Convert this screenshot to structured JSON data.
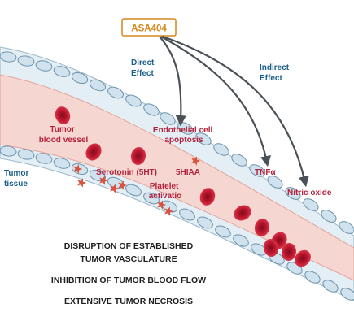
{
  "drug": {
    "name": "ASA404",
    "color": "#d4891c"
  },
  "effects": {
    "direct": [
      "Direct",
      "Effect"
    ],
    "indirect": [
      "Indirect",
      "Effect"
    ]
  },
  "labels": {
    "tumor_blood_vessel": [
      "Tumor",
      "blood vessel"
    ],
    "endothelial_apoptosis": [
      "Endothelial cell",
      "apoptosis"
    ],
    "tumor_tissue": [
      "Tumor",
      "tissue"
    ],
    "serotonin": "Serotonin (5HT)",
    "hiaa": "5HIAA",
    "platelet_activation": [
      "Platelet",
      "activatio"
    ],
    "tnf": "TNFα",
    "nitric_oxide": "Nitric oxide"
  },
  "outcomes": [
    "DISRUPTION OF ESTABLISHED",
    "TUMOR VASCULATURE",
    "INHIBITION OF TUMOR BLOOD FLOW",
    "EXTENSIVE TUMOR NECROSIS"
  ],
  "colors": {
    "blue_text": "#1b5f8c",
    "red_text": "#b5223c",
    "arrow": "#4a5157",
    "endothelium": "#cfe2ee",
    "lumen": "#f6d6d0",
    "rbc": "#b8152c",
    "platelet": "#d9523f"
  },
  "icons": {
    "arrow": "arrow-icon",
    "red_blood_cell": "red-blood-cell-icon",
    "platelet": "platelet-icon",
    "endothelial_cell": "endothelial-cell-icon"
  }
}
